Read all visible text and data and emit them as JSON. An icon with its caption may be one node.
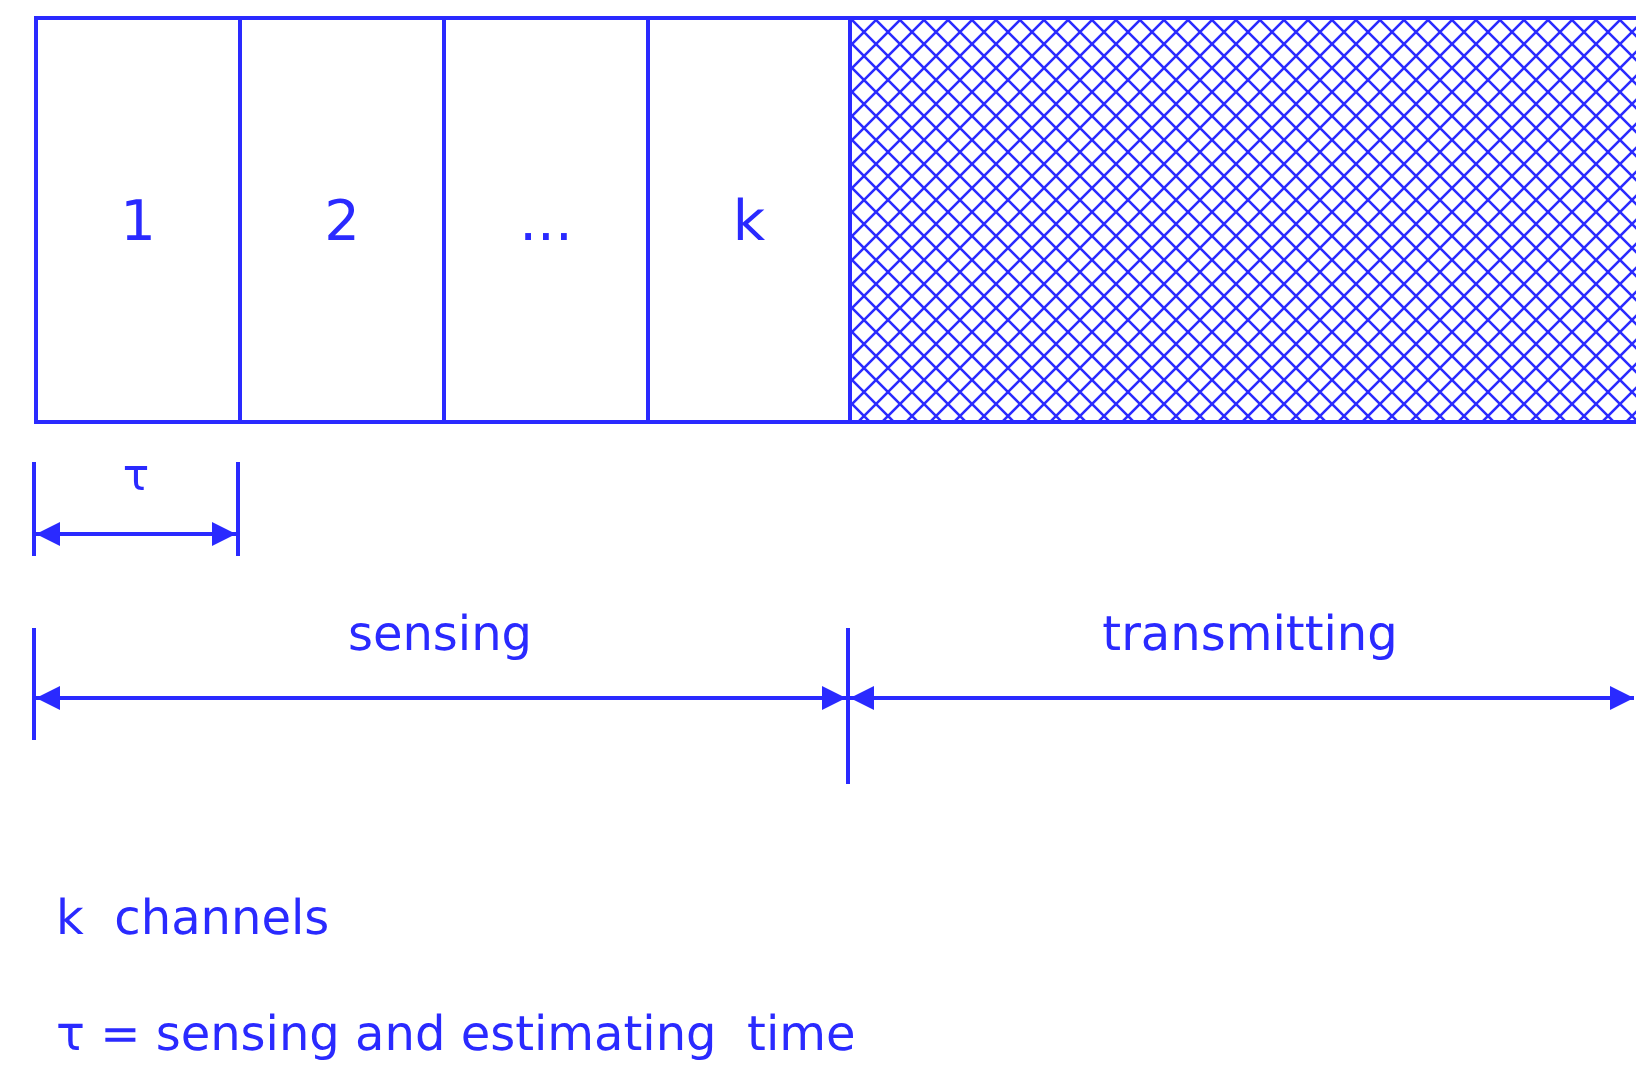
{
  "diagram": {
    "nodes": [
      {
        "text": [
          "1"
        ]
      },
      {
        "text": [
          "2"
        ]
      },
      {
        "text": [
          "..."
        ]
      },
      {
        "text": [
          "k"
        ]
      },
      {
        "text": [],
        "shape": "box"
      }
    ],
    "labels": [
      "τ",
      "sensing",
      "transmitting",
      "k  channels",
      "τ = sensing and estimating  time"
    ]
  }
}
